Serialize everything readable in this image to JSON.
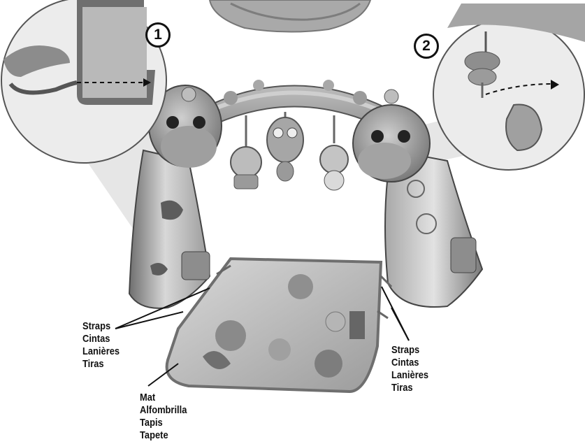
{
  "steps": [
    {
      "number": "1"
    },
    {
      "number": "2"
    }
  ],
  "labels": {
    "straps_left": [
      "Straps",
      "Cintas",
      "Lanières",
      "Tiras"
    ],
    "straps_right": [
      "Straps",
      "Cintas",
      "Lanières",
      "Tiras"
    ],
    "mat": [
      "Mat",
      "Alfombrilla",
      "Tapis",
      "Tapete"
    ]
  }
}
